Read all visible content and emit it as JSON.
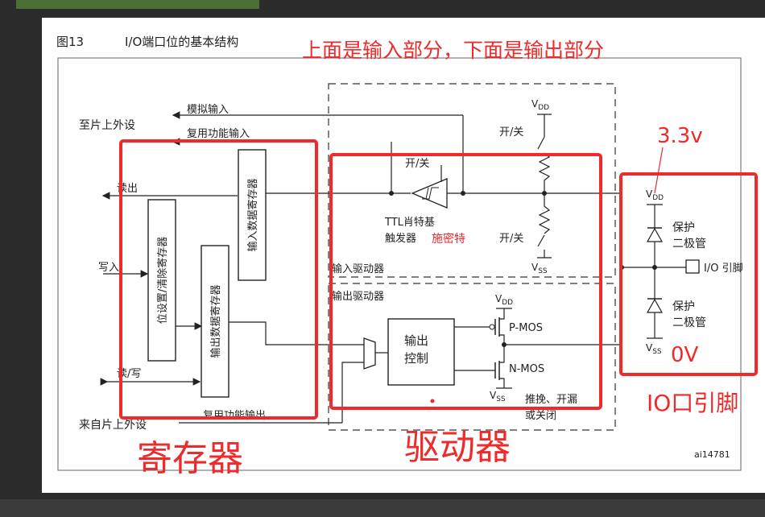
{
  "figure": {
    "number": "图13",
    "title": "I/O端口位的基本结构",
    "ref_id": "ai14781"
  },
  "labels": {
    "to_onchip_periph": "至片上外设",
    "analog_input": "模拟输入",
    "alt_func_input": "复用功能输入",
    "read_out": "读出",
    "write_in": "写入",
    "read_write": "读/写",
    "from_onchip_periph": "来自片上外设",
    "alt_func_output": "复用功能输出",
    "input_data_register": "输入数据寄存器",
    "bit_set_reset_register": "位设置/清除寄存器",
    "output_data_register": "输出数据寄存器",
    "on_off_top": "开/关",
    "on_off_mid": "开/关",
    "on_off_low": "开/关",
    "ttl_schmitt_line1": "TTL肖特基",
    "ttl_schmitt_line2": "触发器",
    "input_driver": "输入驱动器",
    "output_driver": "输出驱动器",
    "output_control_line1": "输出",
    "output_control_line2": "控制",
    "pmos": "P-MOS",
    "nmos": "N-MOS",
    "push_pull_line1": "推挽、开漏",
    "push_pull_line2": "或关闭",
    "protect_diode_top_line1": "保护",
    "protect_diode_top_line2": "二极管",
    "protect_diode_bot_line1": "保护",
    "protect_diode_bot_line2": "二极管",
    "io_pin": "I/O 引脚",
    "vdd": "V",
    "vdd_sub": "DD",
    "vss": "V",
    "vss_sub": "SS"
  },
  "annotations": {
    "header_note": "上面是输入部分，下面是输出部分",
    "schmitt_note": "施密特",
    "voltage_high": "3.3v",
    "voltage_low": "0V",
    "register_box": "寄存器",
    "driver_box": "驱动器",
    "io_pin_box": "IO口引脚",
    "color": "#ee2a2a"
  }
}
